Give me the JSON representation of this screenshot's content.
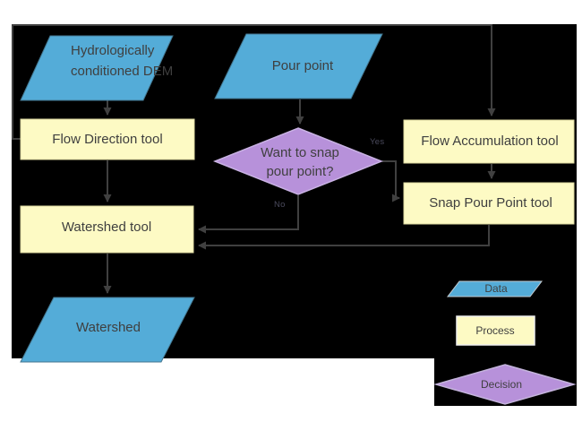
{
  "flowchart": {
    "nodes": {
      "dem": "Hydrologically conditioned DEM",
      "pour_point": "Pour point",
      "flow_direction": "Flow Direction tool",
      "flow_accumulation": "Flow Accumulation tool",
      "decision": "Want to snap pour point?",
      "snap_pour_point": "Snap Pour Point tool",
      "watershed_tool": "Watershed tool",
      "watershed": "Watershed"
    },
    "edge_labels": {
      "yes": "Yes",
      "no": "No"
    },
    "legend": {
      "data": "Data",
      "process": "Process",
      "decision": "Decision"
    },
    "colors": {
      "background": "#000000",
      "data_fill": "#54ACD8",
      "process_fill": "#FDFAC4",
      "decision_fill": "#B791DA",
      "connector": "#404040",
      "text": "#3F3F3F"
    }
  }
}
